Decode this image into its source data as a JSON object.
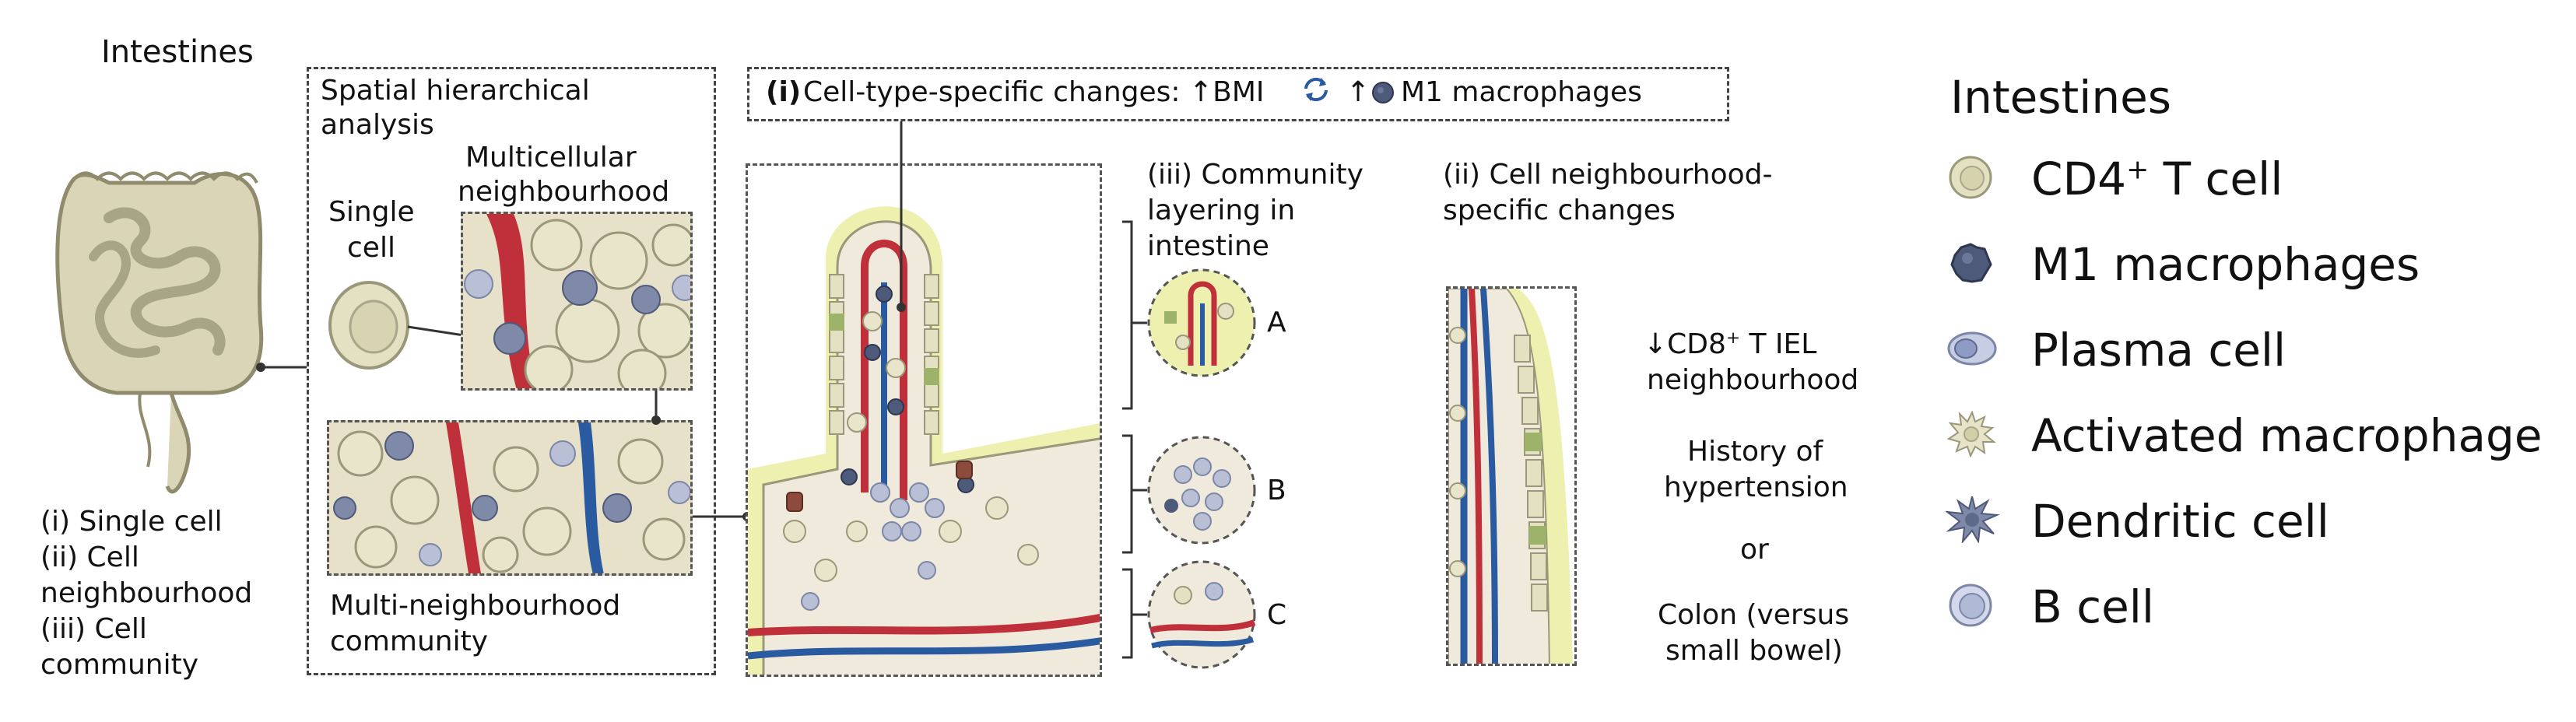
{
  "left": {
    "title": "Intestines",
    "levels": [
      "(i) Single cell",
      "(ii) Cell",
      "neighbourhood",
      "(iii) Cell",
      "community"
    ]
  },
  "spatial": {
    "heading": [
      "Spatial hierarchical",
      "analysis"
    ],
    "single_cell": [
      "Single",
      "cell"
    ],
    "multicellular": [
      "Multicellular",
      "neighbourhood"
    ],
    "multi_community": [
      "Multi-neighbourhood",
      "community"
    ]
  },
  "top_box": {
    "bold": "(i)",
    "text": "Cell-type-specific changes: ↑BMI",
    "tail": "M1 macrophages",
    "up": "↑"
  },
  "community": {
    "title": [
      "(iii) Community",
      "layering in",
      "intestine"
    ],
    "labels": [
      "A",
      "B",
      "C"
    ]
  },
  "neighbourhood": {
    "title": [
      "(ii) Cell neighbourhood-",
      "specific changes"
    ],
    "cd8_prefix": "↓CD8",
    "cd8_sup": "+",
    "cd8_suffix": " T IEL",
    "cd8_line2": "neighbourhood",
    "history": [
      "History of",
      "hypertension"
    ],
    "or": "or",
    "colon": [
      "Colon (versus",
      "small bowel)"
    ]
  },
  "legend": {
    "title": "Intestines",
    "items": [
      {
        "pre": "CD4",
        "sup": "+",
        "post": " T cell",
        "icon": "cd4-t-cell-icon"
      },
      {
        "pre": "M1 macrophages",
        "sup": "",
        "post": "",
        "icon": "m1-macrophage-icon"
      },
      {
        "pre": "Plasma cell",
        "sup": "",
        "post": "",
        "icon": "plasma-cell-icon"
      },
      {
        "pre": "Activated macrophage",
        "sup": "",
        "post": "",
        "icon": "activated-macrophage-icon"
      },
      {
        "pre": "Dendritic cell",
        "sup": "",
        "post": "",
        "icon": "dendritic-cell-icon"
      },
      {
        "pre": "B cell",
        "sup": "",
        "post": "",
        "icon": "b-cell-icon"
      }
    ]
  },
  "colors": {
    "cell_fill": "#e4e0c2",
    "cell_edge": "#9a977a",
    "m1": "#4d5a7a",
    "plasma": "#8e9cc4",
    "vessel_red": "#c0303a",
    "vessel_blue": "#2a5aa0",
    "mucosa": "#eef0b0",
    "tissue": "#efeadb"
  }
}
